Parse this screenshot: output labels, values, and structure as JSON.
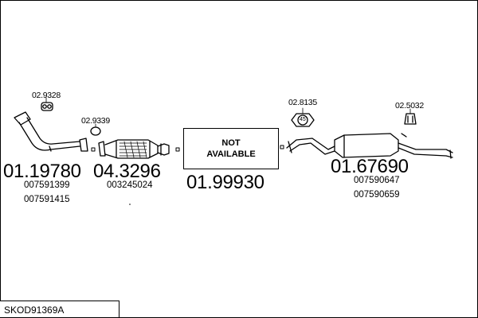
{
  "diagram": {
    "set_code": "SKOD91369A",
    "parts": [
      {
        "part_no": "01.19780",
        "oem": [
          "007591399",
          "007591415"
        ]
      },
      {
        "part_no": "04.3296",
        "oem": [
          "003245024"
        ]
      },
      {
        "part_no": "01.99930",
        "note": [
          "NOT",
          "AVAILABLE"
        ]
      },
      {
        "part_no": "01.67690",
        "oem": [
          "007590647",
          "007590659"
        ]
      }
    ],
    "small_parts": [
      {
        "ref": "02.9328"
      },
      {
        "ref": "02.9339"
      },
      {
        "ref": "02.8135",
        "icon_label": "45"
      },
      {
        "ref": "02.5032"
      }
    ]
  }
}
